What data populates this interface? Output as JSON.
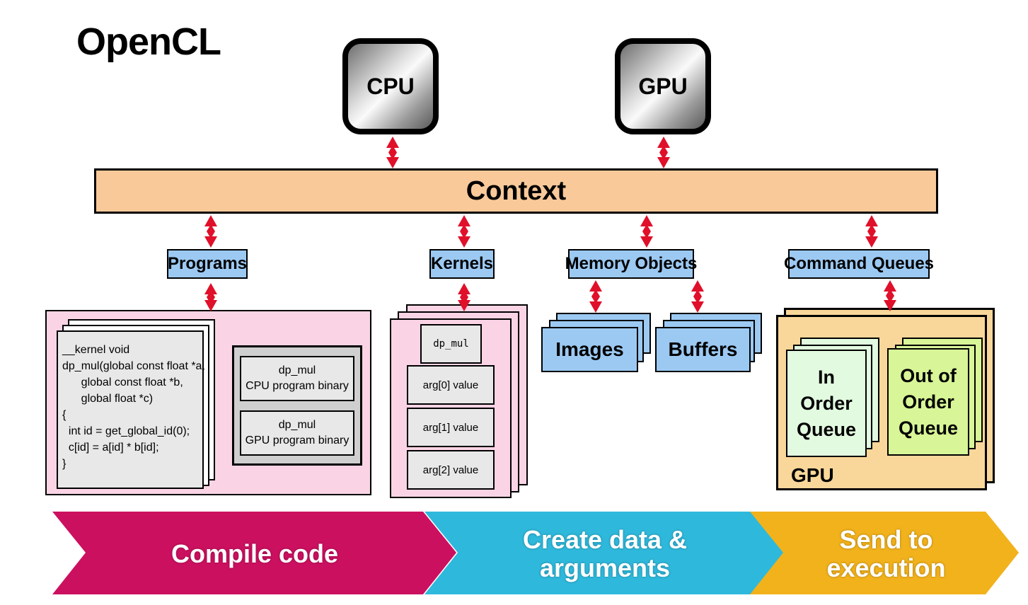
{
  "title": "OpenCL",
  "devices": {
    "cpu": "CPU",
    "gpu": "GPU"
  },
  "context": "Context",
  "components": {
    "programs": "Programs",
    "kernels": "Kernels",
    "memory_objects": "Memory Objects",
    "command_queues": "Command Queues"
  },
  "program_code": "__kernel void\ndp_mul(global const float *a,\n      global const float *b,\n      global float *c)\n{\n  int id = get_global_id(0);\n  c[id] = a[id] * b[id];\n}",
  "binaries": [
    {
      "name": "dp_mul",
      "desc": "CPU program binary"
    },
    {
      "name": "dp_mul",
      "desc": "GPU program binary"
    }
  ],
  "kernel": {
    "name": "dp_mul",
    "args": [
      "arg[0] value",
      "arg[1] value",
      "arg[2] value"
    ]
  },
  "memory": {
    "images": "Images",
    "buffers": "Buffers"
  },
  "queues": {
    "in_order": "In\nOrder\nQueue",
    "out_of_order": "Out of\nOrder\nQueue",
    "device": "GPU"
  },
  "steps": [
    "Compile code",
    "Create data &\narguments",
    "Send to\nexecution"
  ],
  "colors": {
    "arrow": "#e0102a",
    "context": "#f9c99a",
    "label_blue": "#9cc9f2",
    "panel_pink": "#fad4e5",
    "gpu_panel": "#f9d79a",
    "in_order": "#e2fae0",
    "out_of_order": "#d8f597",
    "step_compile": "#cc1060",
    "step_create": "#2eb9dc",
    "step_send": "#f2b21c"
  }
}
